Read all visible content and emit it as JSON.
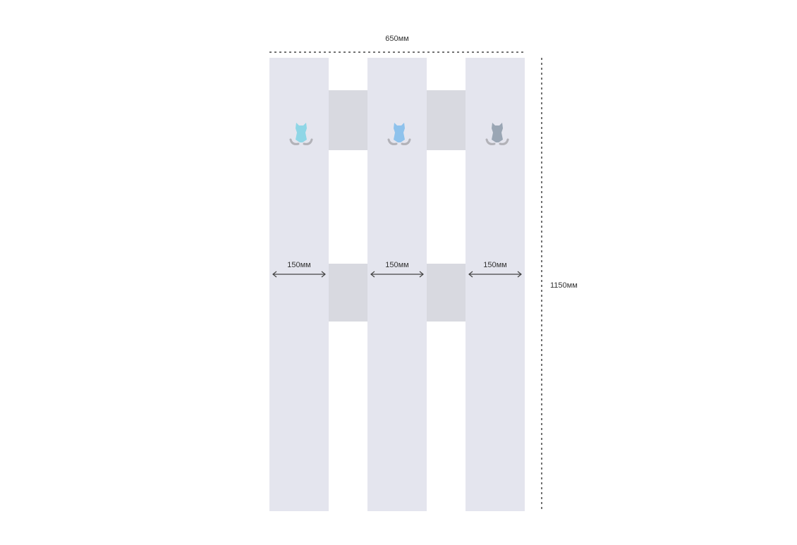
{
  "dimensions": {
    "total_width": "650мм",
    "total_height": "1150мм",
    "panel_width_labels": [
      "150мм",
      "150мм",
      "150мм"
    ]
  },
  "hooks": [
    {
      "color": "#8fd6e6"
    },
    {
      "color": "#8ec2ec"
    },
    {
      "color": "#9aa6b4"
    }
  ],
  "colors": {
    "panel": "#e4e5ee",
    "crossbar": "#d8d9e0",
    "dimension_line": "#444444",
    "hook_arm": "#b2b2b8"
  }
}
